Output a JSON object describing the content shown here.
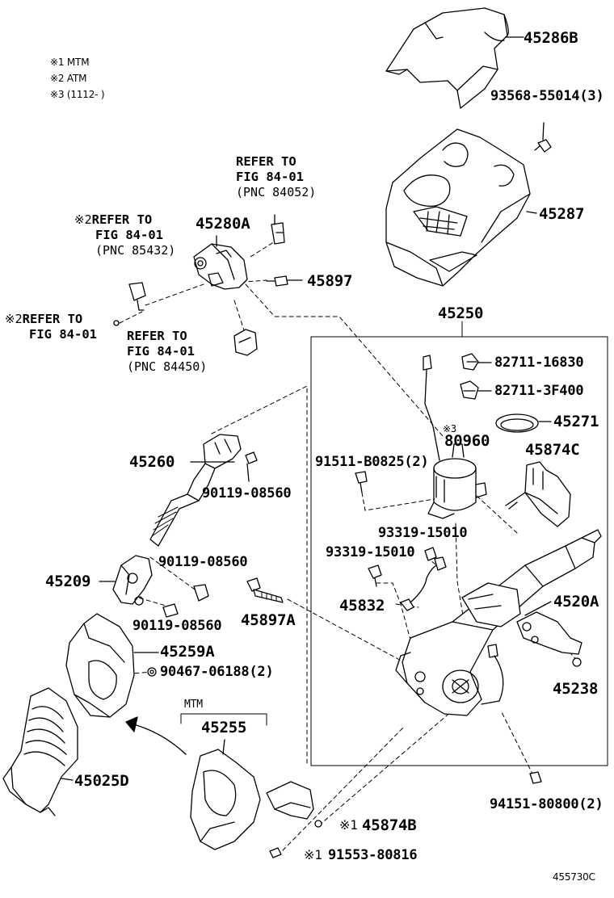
{
  "legend": {
    "note1": "※1 MTM",
    "note2": "※2 ATM",
    "note3": "※3 (1112-    )"
  },
  "labels": {
    "p45286B": "45286B",
    "p93568": "93568-55014(3)",
    "p45287": "45287",
    "p45280A": "45280A",
    "p45897": "45897",
    "p45250": "45250",
    "p82711_16830": "82711-16830",
    "p82711_3F400": "82711-3F400",
    "p45271": "45271",
    "p45874C": "45874C",
    "note80960": "※3",
    "p80960": "80960",
    "p91511": "91511-B0825(2)",
    "p45260": "45260",
    "p90119_a": "90119-08560",
    "p90119_b": "90119-08560",
    "p90119_c": "90119-08560",
    "p93319_a": "93319-15010",
    "p93319_b": "93319-15010",
    "p45209": "45209",
    "p45832": "45832",
    "p45520A": "4520A",
    "p45897A": "45897A",
    "p45259A": "45259A",
    "p90467": "90467-06188(2)",
    "p45238": "45238",
    "mtm": "MTM",
    "p45255": "45255",
    "p45025D": "45025D",
    "p94151": "94151-80800(2)",
    "note45874B": "※1",
    "p45874B": "45874B",
    "note91553": "※1",
    "p91553": "91553-80816",
    "figure_id": "455730C"
  },
  "refs": {
    "r1": {
      "line1": "REFER TO",
      "line2": "FIG 84-01",
      "line3": "(PNC 84052)"
    },
    "r2": {
      "mark": "※2",
      "line1": "REFER TO",
      "line2": "FIG 84-01",
      "line3": "(PNC 85432)"
    },
    "r3": {
      "mark": "※2",
      "line1": "REFER TO",
      "line2": "FIG 84-01"
    },
    "r4": {
      "line1": "REFER TO",
      "line2": "FIG 84-01",
      "line3": "(PNC 84450)"
    }
  }
}
